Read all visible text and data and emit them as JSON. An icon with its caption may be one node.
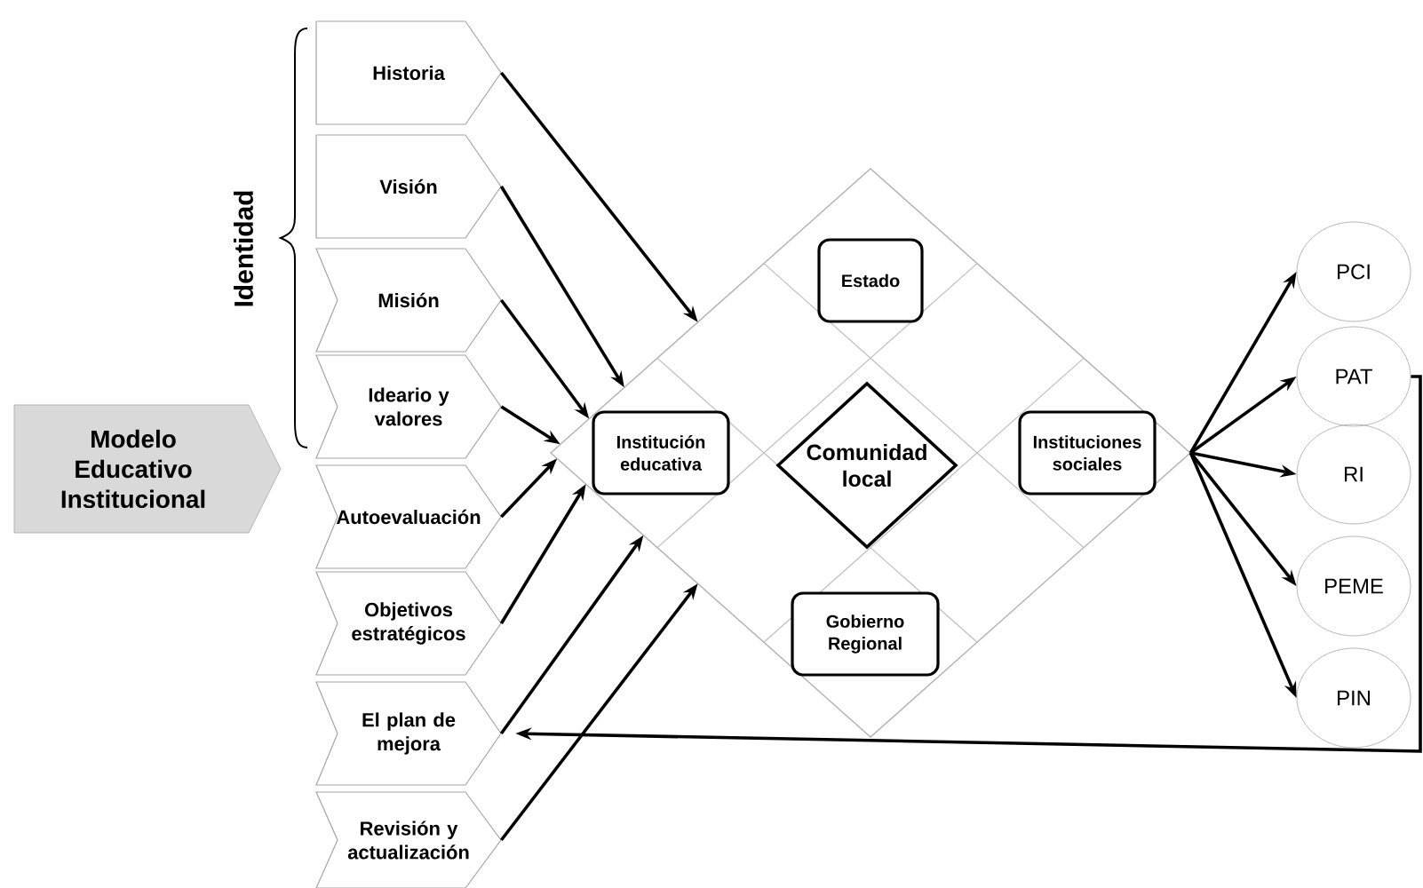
{
  "diagram": {
    "nodes": [
      {
        "text": [
          "Modelo Educativo Institucional"
        ]
      },
      {
        "text": [
          "Historia"
        ]
      },
      {
        "text": [
          "Visión"
        ]
      },
      {
        "text": [
          "Misión"
        ]
      },
      {
        "text": [
          "Ideario y valores"
        ]
      },
      {
        "text": [
          "Autoevaluación"
        ]
      },
      {
        "text": [
          "Objetivos estratégicos"
        ]
      },
      {
        "text": [
          "El plan de mejora"
        ]
      },
      {
        "text": [
          "Revisión y actualización"
        ]
      },
      {
        "text": [],
        "shape": "diamond"
      },
      {
        "text": [
          "Estado"
        ],
        "in": 9
      },
      {
        "text": [
          "Institución educativa"
        ],
        "in": 9
      },
      {
        "text": [
          "Comunidad local"
        ],
        "in": 9
      },
      {
        "text": [
          "Instituciones sociales"
        ],
        "in": 9
      },
      {
        "text": [
          "Gobierno Regional"
        ],
        "in": 9
      },
      {
        "text": [
          "PCI"
        ]
      },
      {
        "text": [
          "PAT"
        ]
      },
      {
        "text": [
          "RI"
        ]
      },
      {
        "text": [
          "PEME"
        ]
      },
      {
        "text": [
          "PIN"
        ]
      }
    ],
    "edges": [
      {
        "from": 1,
        "to": 9,
        "arrow": "to"
      },
      {
        "from": 2,
        "to": 9,
        "arrow": "to"
      },
      {
        "from": 3,
        "to": 9,
        "arrow": "to"
      },
      {
        "from": 4,
        "to": 9,
        "arrow": "to"
      },
      {
        "from": 5,
        "to": 9,
        "arrow": "to"
      },
      {
        "from": 6,
        "to": 9,
        "arrow": "to"
      },
      {
        "from": 7,
        "to": 9,
        "arrow": "to"
      },
      {
        "from": 8,
        "to": 9,
        "arrow": "to"
      },
      {
        "from": 9,
        "to": 15,
        "arrow": "to"
      },
      {
        "from": 9,
        "to": 16,
        "arrow": "to"
      },
      {
        "from": 9,
        "to": 17,
        "arrow": "to"
      },
      {
        "from": 9,
        "to": 18,
        "arrow": "to"
      },
      {
        "from": 9,
        "to": 19,
        "arrow": "to"
      },
      {
        "from": 16,
        "to": 7,
        "arrow": "to"
      }
    ],
    "labels": [
      "Identidad"
    ]
  }
}
